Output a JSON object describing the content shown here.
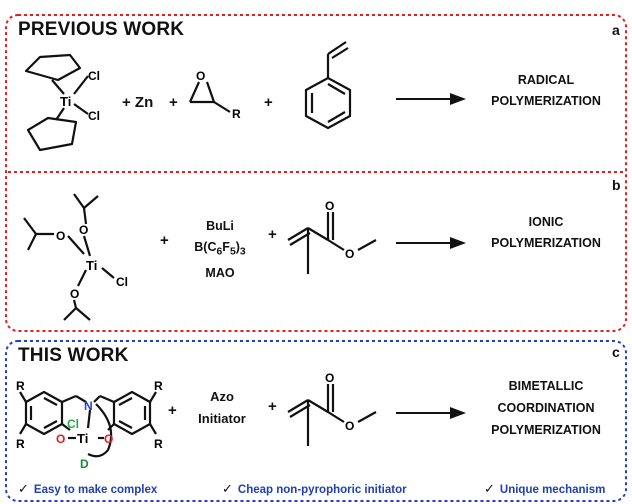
{
  "colors": {
    "previous_border": "#e02020",
    "this_border": "#1f3fcc",
    "feature_text": "#1f3fb3",
    "chlorine_label": "#2aa84a",
    "oxygen_label": "#e02020",
    "nitrogen_label": "#1f3fcc",
    "donor_label": "#1a8a3a"
  },
  "previous": {
    "title": "PREVIOUS WORK",
    "row_a": {
      "letter": "a",
      "icon": "titanocene-dichloride-structure",
      "ti": "Ti",
      "cl_top": "Cl",
      "cl_bottom": "Cl",
      "plus_zn": "+ Zn",
      "plus_1": "+",
      "epoxide_o": "O",
      "epoxide_r": "R",
      "plus_2": "+",
      "styrene_icon": "styrene-structure",
      "product_line1": "RADICAL",
      "product_line2": "POLYMERIZATION"
    },
    "row_b": {
      "letter": "b",
      "icon": "titanium-triisopropoxide-chloride-structure",
      "ti": "Ti",
      "cl": "Cl",
      "o_top": "O",
      "o_left": "O",
      "o_bottom": "O",
      "plus_1": "+",
      "reagent_line1": "BuLi",
      "reagent_line2_pre": "B(C",
      "reagent_line2_sub1": "6",
      "reagent_line2_mid": "F",
      "reagent_line2_sub2": "5",
      "reagent_line2_post": ")",
      "reagent_line2_sub3": "3",
      "reagent_line3": "MAO",
      "plus_2": "+",
      "mma_icon": "methyl-methacrylate-structure",
      "mma_o_top": "O",
      "mma_o_ester": "O",
      "product_line1": "IONIC",
      "product_line2": "POLYMERIZATION"
    }
  },
  "this_work": {
    "title": "THIS WORK",
    "letter": "c",
    "icon": "bimetallic-titanium-complex-structure",
    "r_top_left": "R",
    "r_top_right": "R",
    "r_bottom_left": "R",
    "r_bottom_right": "R",
    "n": "N",
    "cl": "Cl",
    "o_left": "O",
    "ti": "Ti",
    "o_right": "O",
    "d": "D",
    "plus_1": "+",
    "reagent_line1": "Azo",
    "reagent_line2": "Initiator",
    "plus_2": "+",
    "mma_icon": "methyl-methacrylate-structure",
    "mma_o_top": "O",
    "mma_o_ester": "O",
    "product_line1": "BIMETALLIC",
    "product_line2": "COORDINATION",
    "product_line3": "POLYMERIZATION"
  },
  "features": {
    "check_icon": "check-mark-icon",
    "check_symbol": "✓",
    "items": [
      "Easy to make complex",
      "Cheap non-pyrophoric initiator",
      "Unique mechanism"
    ]
  }
}
